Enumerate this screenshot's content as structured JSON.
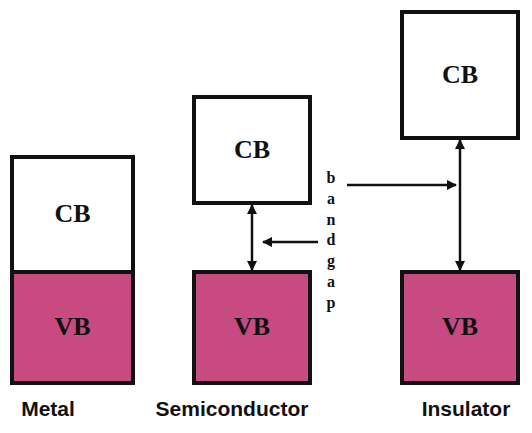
{
  "diagram": {
    "nodes": [
      {
        "text": [
          "CB"
        ]
      },
      {
        "text": [
          "VB"
        ]
      },
      {
        "text": [
          "CB"
        ]
      },
      {
        "text": [
          "VB"
        ]
      },
      {
        "text": [
          "CB"
        ]
      },
      {
        "text": [
          "VB"
        ]
      }
    ],
    "edges": [
      {
        "from": 2,
        "to": 3,
        "arrow": "both"
      },
      {
        "from": 4,
        "to": 5,
        "arrow": "both"
      }
    ],
    "labels": [
      "band gap",
      "Metal",
      "Semiconductor",
      "Insulator"
    ]
  }
}
